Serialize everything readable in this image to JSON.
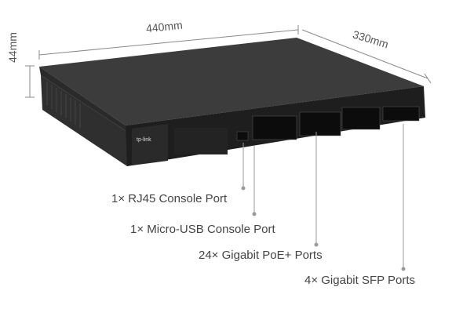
{
  "dimensions": {
    "width": "440mm",
    "depth": "330mm",
    "height": "44mm"
  },
  "device": {
    "brand": "tp-link"
  },
  "callouts": [
    "1× RJ45 Console Port",
    "1× Micro-USB Console Port",
    "24× Gigabit PoE+ Ports",
    "4× Gigabit SFP Ports"
  ],
  "colors": {
    "body": "#2b2b2b",
    "top": "#3a3a3a",
    "front": "#1c1c1c",
    "port": "#0c0c0c",
    "leader": "#9a9a9a"
  }
}
